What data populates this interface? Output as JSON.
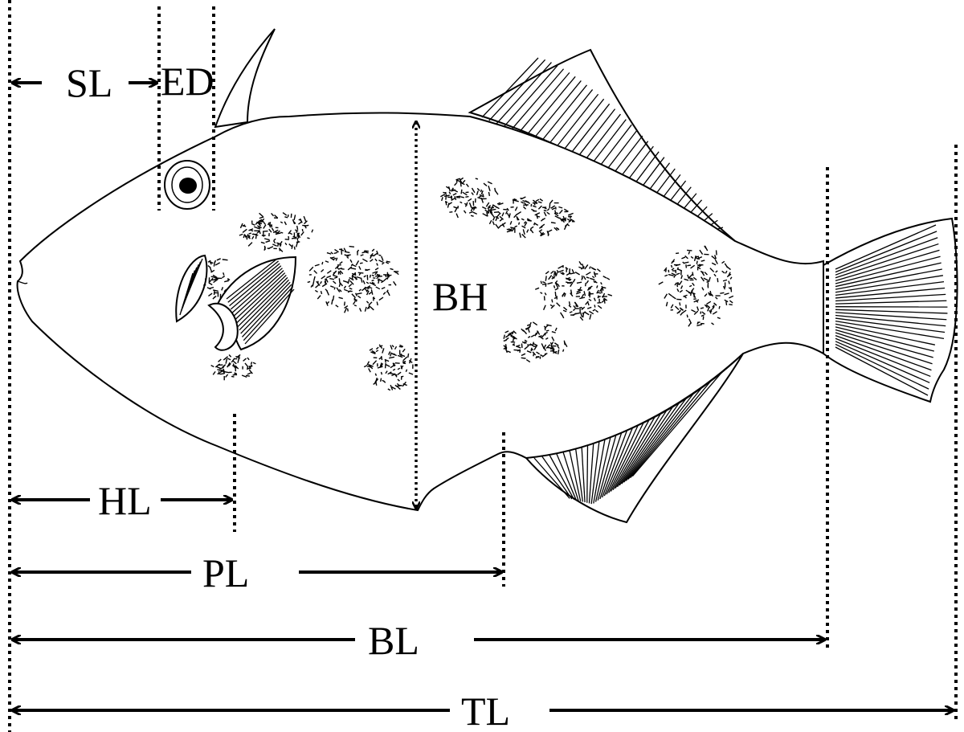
{
  "labels": {
    "sl": "SL",
    "ed": "ED",
    "bh": "BH",
    "hl": "HL",
    "pl": "PL",
    "bl": "BL",
    "tl": "TL"
  }
}
